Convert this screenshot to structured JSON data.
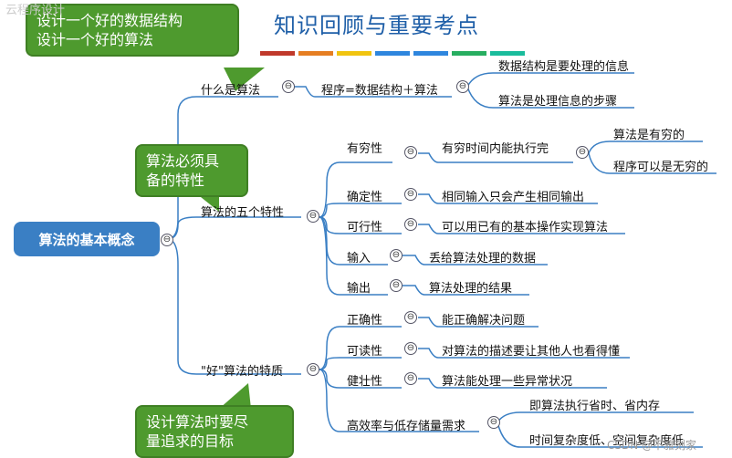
{
  "title": "知识回顾与重要考点",
  "title_bars": [
    "#c0392b",
    "#e67e22",
    "#f1c40f",
    "#2e86de",
    "#2e86de",
    "#27ae60",
    "#1abc9c"
  ],
  "watermark_top": "云程序设计",
  "watermark_bottom": "CSDN @不雅刻家",
  "root": "算法的基本概念",
  "callouts": {
    "top": [
      "设计一个好的数据结构",
      "设计一个好的算法"
    ],
    "middle": [
      "算法必须具",
      "备的特性"
    ],
    "bottom": [
      "设计算法时要尽",
      "量追求的目标"
    ]
  },
  "toggle_symbol": "⊖",
  "branches": {
    "what": {
      "label": "什么是算法",
      "child": "程序=数据结构＋算法",
      "leaves": [
        "数据结构是要处理的信息",
        "算法是处理信息的步骤"
      ]
    },
    "five": {
      "label": "算法的五个特性",
      "items": [
        {
          "label": "有穷性",
          "desc": "有穷时间内能执行完",
          "leaves": [
            "算法是有穷的",
            "程序可以是无穷的"
          ]
        },
        {
          "label": "确定性",
          "desc": "相同输入只会产生相同输出"
        },
        {
          "label": "可行性",
          "desc": "可以用已有的基本操作实现算法"
        },
        {
          "label": "输入",
          "desc": "丢给算法处理的数据"
        },
        {
          "label": "输出",
          "desc": "算法处理的结果"
        }
      ]
    },
    "good": {
      "label": "\"好\"算法的特质",
      "items": [
        {
          "label": "正确性",
          "desc": "能正确解决问题"
        },
        {
          "label": "可读性",
          "desc": "对算法的描述要让其他人也看得懂"
        },
        {
          "label": "健壮性",
          "desc": "算法能处理一些异常状况"
        },
        {
          "label": "高效率与低存储量需求",
          "leaves": [
            "即算法执行省时、省内存",
            "时间复杂度低、空间复杂度低"
          ]
        }
      ]
    }
  }
}
